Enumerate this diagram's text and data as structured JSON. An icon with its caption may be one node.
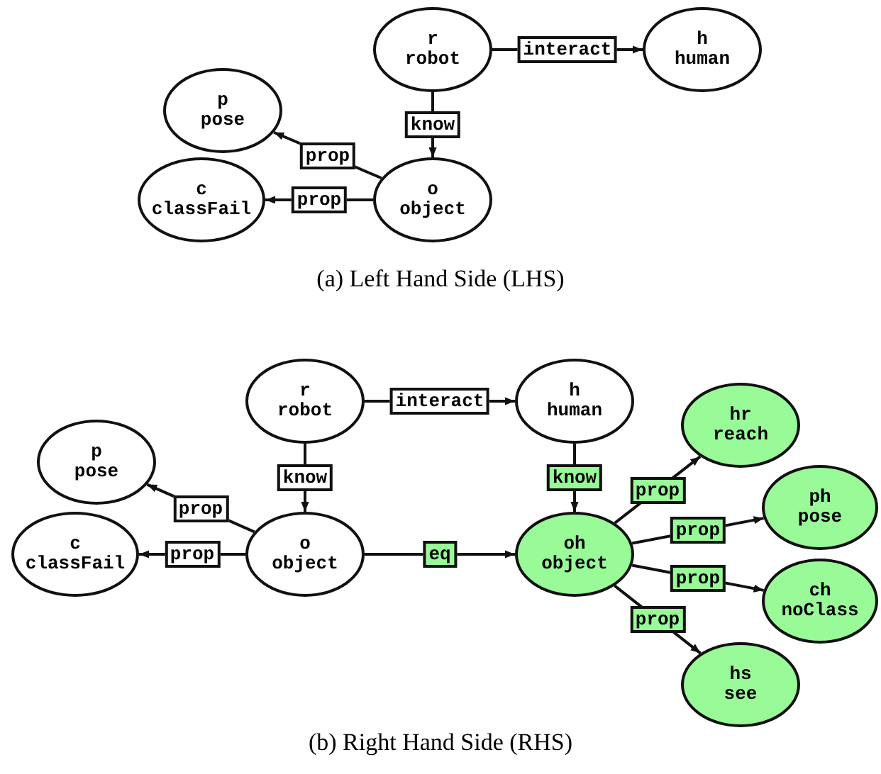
{
  "diagram": {
    "nodes": [
      {
        "text": [
          "r",
          "robot"
        ]
      },
      {
        "text": [
          "h",
          "human"
        ]
      },
      {
        "text": [
          "p",
          "pose"
        ]
      },
      {
        "text": [
          "c",
          "classFail"
        ]
      },
      {
        "text": [
          "o",
          "object"
        ]
      },
      {
        "text": [
          "r",
          "robot"
        ]
      },
      {
        "text": [
          "h",
          "human"
        ]
      },
      {
        "text": [
          "p",
          "pose"
        ]
      },
      {
        "text": [
          "c",
          "classFail"
        ]
      },
      {
        "text": [
          "o",
          "object"
        ]
      },
      {
        "text": [
          "oh",
          "object"
        ]
      },
      {
        "text": [
          "hr",
          "reach"
        ]
      },
      {
        "text": [
          "ph",
          "pose"
        ]
      },
      {
        "text": [
          "ch",
          "noClass"
        ]
      },
      {
        "text": [
          "hs",
          "see"
        ]
      }
    ],
    "edges": [
      {
        "from": 0,
        "to": 1,
        "arrow": "to",
        "label": "interact"
      },
      {
        "from": 0,
        "to": 4,
        "arrow": "to",
        "label": "know"
      },
      {
        "from": 4,
        "to": 2,
        "arrow": "to",
        "label": "prop"
      },
      {
        "from": 4,
        "to": 3,
        "arrow": "to",
        "label": "prop"
      },
      {
        "from": 5,
        "to": 6,
        "arrow": "to",
        "label": "interact"
      },
      {
        "from": 5,
        "to": 9,
        "arrow": "to",
        "label": "know"
      },
      {
        "from": 9,
        "to": 7,
        "arrow": "to",
        "label": "prop"
      },
      {
        "from": 9,
        "to": 8,
        "arrow": "to",
        "label": "prop"
      },
      {
        "from": 9,
        "to": 10,
        "arrow": "to",
        "label": "eq"
      },
      {
        "from": 6,
        "to": 10,
        "arrow": "to",
        "label": "know"
      },
      {
        "from": 10,
        "to": 11,
        "arrow": "to",
        "label": "prop"
      },
      {
        "from": 10,
        "to": 12,
        "arrow": "to",
        "label": "prop"
      },
      {
        "from": 10,
        "to": 13,
        "arrow": "to",
        "label": "prop"
      },
      {
        "from": 10,
        "to": 14,
        "arrow": "to",
        "label": "prop"
      }
    ],
    "labels": [
      "(a) Left Hand Side (LHS)",
      "(b) Right Hand Side (RHS)"
    ]
  }
}
